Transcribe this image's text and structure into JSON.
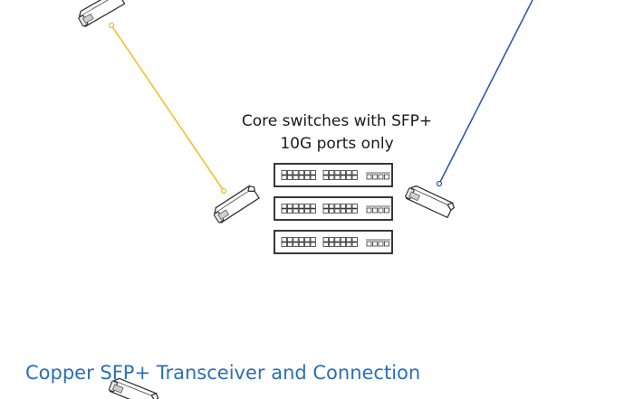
{
  "diagram": {
    "caption_line1": "Core switches with SFP+",
    "caption_line2": "10G ports only",
    "switch_count": 3,
    "cables": [
      {
        "name": "yellow-fiber-cable",
        "color": "#f0c02e"
      },
      {
        "name": "blue-fiber-cable",
        "color": "#3557b0"
      }
    ]
  },
  "section": {
    "heading": "Copper SFP+ Transceiver and Connection",
    "color": "#2a6fb8"
  }
}
